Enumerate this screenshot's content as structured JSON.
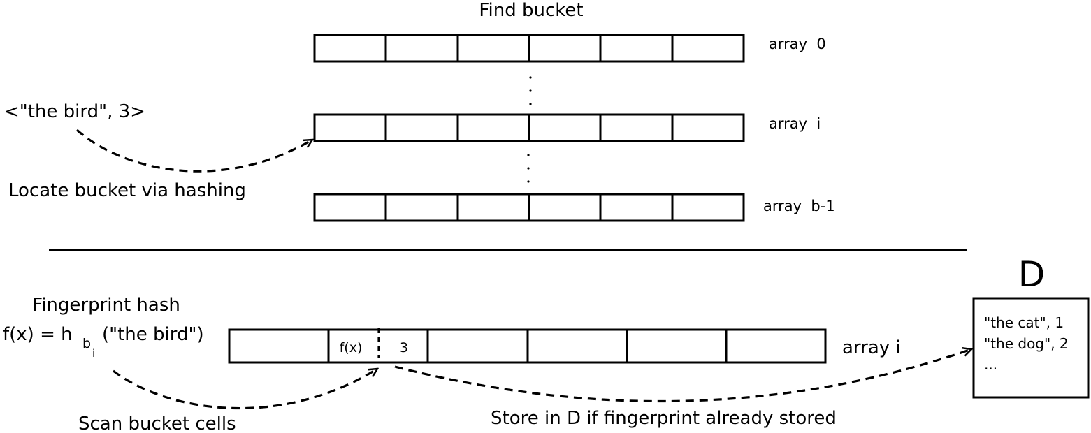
{
  "top": {
    "title": "Find bucket",
    "key_value": "<\"the bird\", 3>",
    "locate_caption": "Locate bucket via hashing",
    "array_labels": [
      "array  0",
      "array  i",
      "array  b-1"
    ],
    "cells_per_array": 6
  },
  "bottom": {
    "fingerprint_title": "Fingerprint hash",
    "formula_prefix": "f(x) = h",
    "formula_sub1": "b",
    "formula_sub2": "i",
    "formula_suffix": "(\"the bird\")",
    "cell_fx": "f(x)",
    "cell_value": "3",
    "array_label": "array i",
    "scan_caption": "Scan bucket cells",
    "store_caption": "Store in D if fingerprint already stored",
    "cells": 6
  },
  "dict": {
    "title": "D",
    "entries": [
      "\"the cat\", 1",
      "\"the dog\", 2",
      "..."
    ]
  }
}
